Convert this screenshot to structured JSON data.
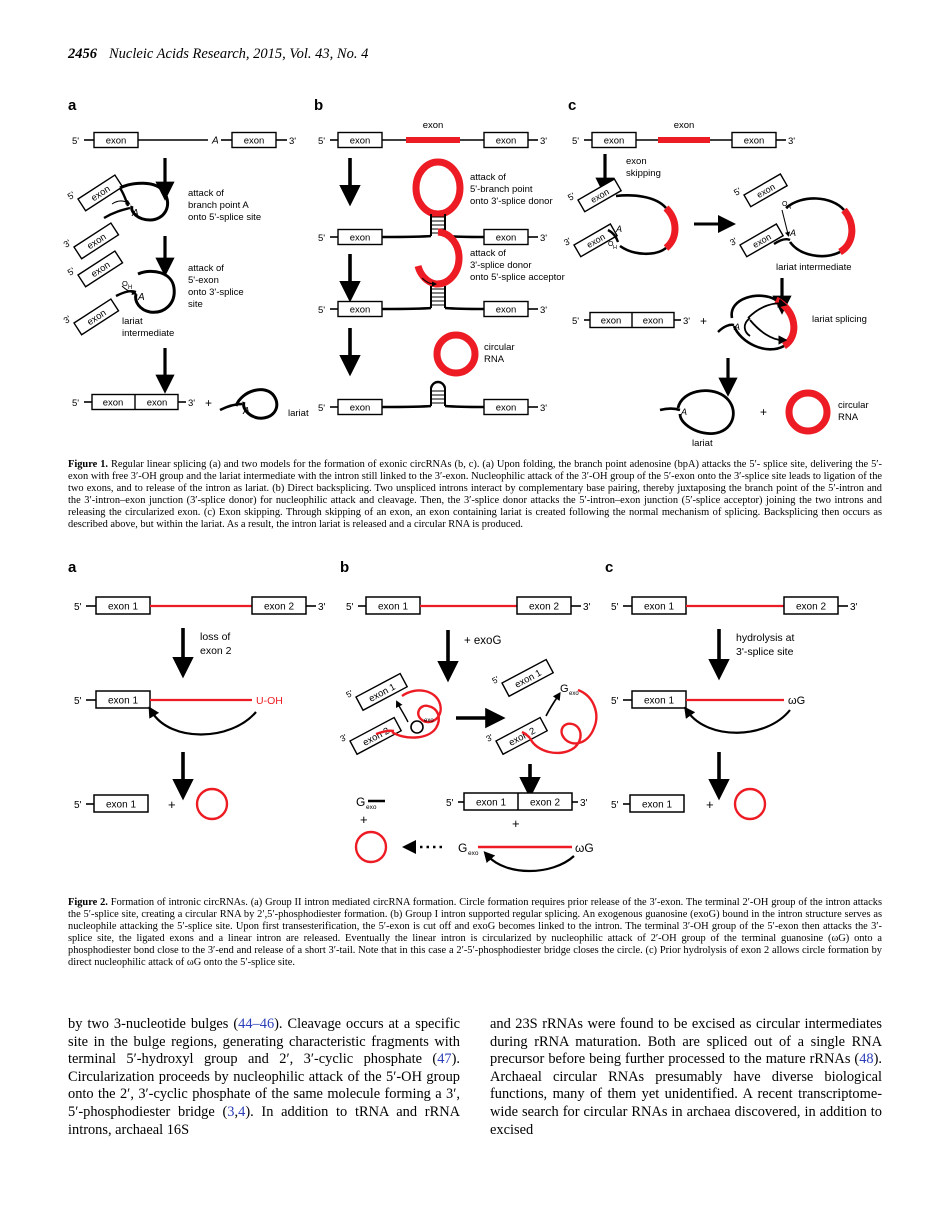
{
  "running_head": {
    "folio": "2456",
    "journal_ref": "Nucleic Acids Research, 2015, Vol. 43, No. 4"
  },
  "figure1": {
    "panels": {
      "a": "a",
      "b": "b",
      "c": "c"
    },
    "labels": {
      "five_prime": "5'",
      "three_prime": "3'",
      "exon": "exon",
      "branch_A": "A",
      "oh": "OH",
      "plus": "+",
      "a_step1_note": "attack of\nbranch point A\nonto 5'-splice site",
      "a_step1_l1": "attack of",
      "a_step1_l2": "branch point A",
      "a_step1_l3": "onto 5'-splice site",
      "a_step2_l1": "attack of",
      "a_step2_l2": "5'-exon",
      "a_step2_l3": "onto 3'-splice",
      "a_step2_l4": "site",
      "a_lariat_int_l1": "lariat",
      "a_lariat_int_l2": "intermediate",
      "a_lariat": "lariat",
      "b_step1_l1": "attack of",
      "b_step1_l2": "5'-branch point",
      "b_step1_l3": "onto 3'-splice donor",
      "b_step2_l1": "attack of",
      "b_step2_l2": "3'-splice donor",
      "b_step2_l3": "onto 5'-splice acceptor",
      "b_circ_l1": "circular",
      "b_circ_l2": "RNA",
      "c_skip_l1": "exon",
      "c_skip_l2": "skipping",
      "c_lariat_intermediate": "lariat intermediate",
      "c_lariat_splicing": "lariat splicing",
      "c_lariat": "lariat",
      "c_circ_l1": "circular",
      "c_circ_l2": "RNA"
    },
    "caption_title": "Figure 1.",
    "caption": " Regular linear splicing (a) and two models for the formation of exonic circRNAs (b, c). (a) Upon folding, the branch point adenosine (bpA) attacks the 5′- splice site, delivering the 5′-exon with free 3′-OH group and the lariat intermediate with the intron still linked to the 3′-exon. Nucleophilic attack of the 3′-OH group of the 5′-exon onto the 3′-splice site leads to ligation of the two exons, and to release of the intron as lariat. (b) Direct backsplicing. Two unspliced introns interact by complementary base pairing, thereby juxtaposing the branch point of the 5′-intron and the 3′-intron–exon junction (3′-splice donor) for nucleophilic attack and cleavage. Then, the 3′-splice donor attacks the 5′-intron–exon junction (5′-splice acceptor) joining the two introns and releasing the circularized exon. (c) Exon skipping. Through skipping of an exon, an exon containing lariat is created following the normal mechanism of splicing. Backsplicing then occurs as described above, but within the lariat. As a result, the intron lariat is released and a circular RNA is produced."
  },
  "figure2": {
    "panels": {
      "a": "a",
      "b": "b",
      "c": "c"
    },
    "labels": {
      "five_prime": "5'",
      "three_prime": "3'",
      "exon1": "exon 1",
      "exon2": "exon 2",
      "plus": "+",
      "u_oh": "U-OH",
      "omega_g": "ωG",
      "g_exo": "G",
      "g_exo_sub": "exo",
      "a_step1_l1": "loss of",
      "a_step1_l2": "exon 2",
      "b_step1": "+ exoG",
      "c_step1_l1": "hydrolysis at",
      "c_step1_l2": "3'-splice site"
    },
    "caption_title": "Figure 2.",
    "caption": " Formation of intronic circRNAs. (a) Group II intron mediated circRNA formation. Circle formation requires prior release of the 3′-exon. The terminal 2′-OH group of the intron attacks the 5′-splice site, creating a circular RNA by 2′,5′-phosphodiester formation. (b) Group I intron supported regular splicing. An exogenous guanosine (exoG) bound in the intron structure serves as nucleophile attacking the 5′-splice site. Upon first transesterification, the 5′-exon is cut off and exoG becomes linked to the intron. The terminal 3′-OH group of the 5′-exon then attacks the 3′-splice site, the ligated exons and a linear intron are released. Eventually the linear intron is circularized by nucleophilic attack of 2′-OH group of the terminal guanosine (ωG) onto a phosphodiester bond close to the 3′-end and release of a short 3′-tail. Note that in this case a 2′-5′-phosphodiester bridge closes the circle. (c) Prior hydrolysis of exon 2 allows circle formation by direct nucleophilic attack of ωG onto the 5′-splice site."
  },
  "body": {
    "left_column_html": "by two 3-nucleotide bulges (<span class=\"ref\">44–46</span>). Cleavage occurs at a specific site in the bulge regions, generating characteristic fragments with terminal 5′-hydroxyl group and 2′, 3′-cyclic phosphate (<span class=\"ref\">47</span>). Circularization proceeds by nucleophilic attack of the 5′-OH group onto the 2′, 3′-cyclic phosphate of the same molecule forming a 3′, 5′-phosphodiester bridge (<span class=\"ref\">3</span>,<span class=\"ref\">4</span>). In addition to tRNA and rRNA introns, archaeal 16S",
    "right_column_html": "and 23S rRNAs were found to be excised as circular intermediates during rRNA maturation. Both are spliced out of a single RNA precursor before being further processed to the mature rRNAs (<span class=\"ref\">48</span>). Archaeal circular RNAs presumably have diverse biological functions, many of them yet unidentified. A recent transcriptome-wide search for circular RNAs in archaea discovered, in addition to excised"
  },
  "colors": {
    "red": "#ED1C24",
    "black": "#000000",
    "link_blue": "#2b3eb8"
  }
}
